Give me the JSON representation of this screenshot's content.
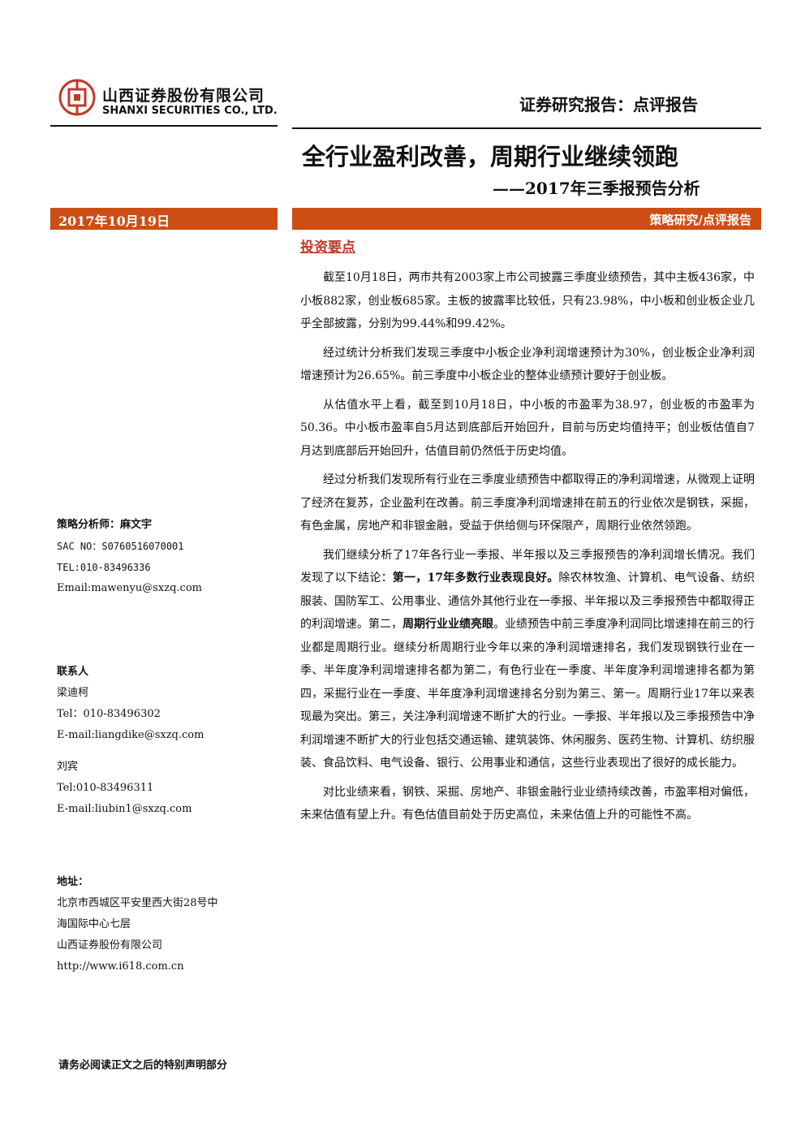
{
  "header": {
    "company_cn": "山西证券股份有限公司",
    "company_en": "SHANXI SECURITIES CO., LTD.",
    "report_type": "证券研究报告：点评报告",
    "logo_color": "#c0392b"
  },
  "title": {
    "main": "全行业盈利改善，周期行业继续领跑",
    "sub": "——2017年三季报预告分析"
  },
  "bars": {
    "date": "2017年10月19日",
    "category": "策略研究/点评报告",
    "color": "#cc4e14"
  },
  "section": {
    "heading": "投资要点"
  },
  "body": {
    "p1": "截至10月18日，两市共有2003家上市公司披露三季度业绩预告，其中主板436家，中小板882家，创业板685家。主板的披露率比较低，只有23.98%，中小板和创业板企业几乎全部披露，分别为99.44%和99.42%。",
    "p2": "经过统计分析我们发现三季度中小板企业净利润增速预计为30%，创业板企业净利润增速预计为26.65%。前三季度中小板企业的整体业绩预计要好于创业板。",
    "p3": "从估值水平上看，截至到10月18日，中小板的市盈率为38.97，创业板的市盈率为50.36。中小板市盈率自5月达到底部后开始回升，目前与历史均值持平；创业板估值自7月达到底部后开始回升，估值目前仍然低于历史均值。",
    "p4": "经过分析我们发现所有行业在三季度业绩预告中都取得正的净利润增速，从微观上证明了经济在复苏，企业盈利在改善。前三季度净利润增速排在前五的行业依次是钢铁，采掘，有色金属，房地产和非银金融，受益于供给侧与环保限产，周期行业依然领跑。",
    "p5_a": "我们继续分析了17年各行业一季报、半年报以及三季报预告的净利润增长情况。我们发现了以下结论：",
    "p5_b1": "第一，17年多数行业表现良好。",
    "p5_c": "除农林牧渔、计算机、电气设备、纺织服装、国防军工、公用事业、通信外其他行业在一季报、半年报以及三季报预告中都取得正的利润增速。第二，",
    "p5_b2": "周期行业业绩亮眼",
    "p5_d": "。业绩预告中前三季度净利润同比增速排在前三的行业都是周期行业。继续分析周期行业今年以来的净利润增速排名，我们发现钢铁行业在一季、半年度净利润增速排名都为第二，有色行业在一季度、半年度净利润增速排名都为第四，采掘行业在一季度、半年度净利润增速排名分别为第三、第一。周期行业17年以来表现最为突出。第三，关注净利润增速不断扩大的行业。一季报、半年报以及三季报预告中净利润增速不断扩大的行业包括交通运输、建筑装饰、休闲服务、医药生物、计算机、纺织服装、食品饮料、电气设备、银行、公用事业和通信，这些行业表现出了很好的成长能力。",
    "p6": "对比业绩来看，钢铁、采掘、房地产、非银金融行业业绩持续改善，市盈率相对偏低，未来估值有望上升。有色估值目前处于历史高位，未来估值上升的可能性不高。"
  },
  "sidebar": {
    "analyst_label": "策略分析师：麻文宇",
    "sac": "SAC NO：S0760516070001",
    "tel": "TEL:010-83496336",
    "email": "Email:mawenyu@sxzq.com",
    "contact_label": "联系人",
    "contact1_name": "梁迪柯",
    "contact1_tel": "Tel：010-83496302",
    "contact1_email": "E-mail:liangdike@sxzq.com",
    "contact2_name": "刘宾",
    "contact2_tel": "Tel:010-83496311",
    "contact2_email": "E-mail:liubin1@sxzq.com",
    "address_label": "地址：",
    "address_line1": "北京市西城区平安里西大街28号中",
    "address_line2": "海国际中心七层",
    "address_line3": "山西证券股份有限公司",
    "website": "http://www.i618.com.cn",
    "disclaimer": "请务必阅读正文之后的特别声明部分"
  }
}
